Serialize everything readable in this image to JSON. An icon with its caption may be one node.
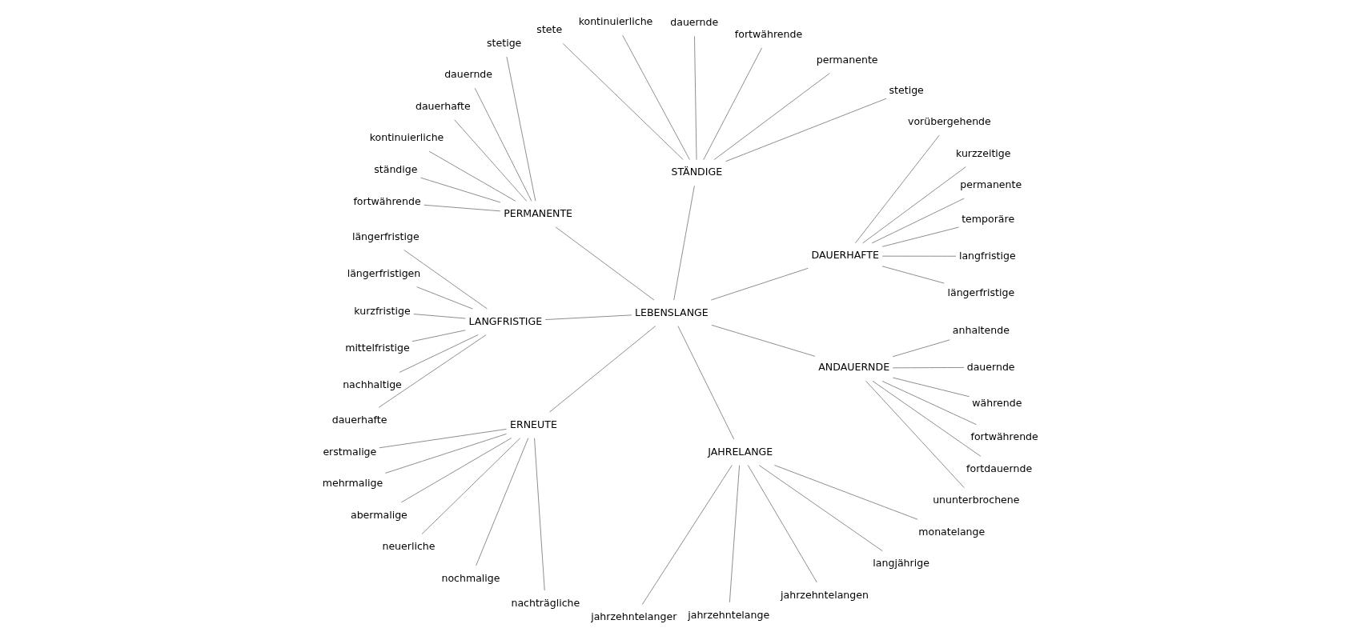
{
  "diagram": {
    "nodes": [
      {
        "text": [
          "LEBENSLANGE"
        ]
      },
      {
        "text": [
          "DAUERHAFTE"
        ]
      },
      {
        "text": [
          "längerfristige"
        ]
      },
      {
        "text": [
          "langfristige"
        ]
      },
      {
        "text": [
          "temporäre"
        ]
      },
      {
        "text": [
          "permanente"
        ]
      },
      {
        "text": [
          "kurzzeitige"
        ]
      },
      {
        "text": [
          "vorübergehende"
        ]
      },
      {
        "text": [
          "STÄNDIGE"
        ]
      },
      {
        "text": [
          "stetige"
        ]
      },
      {
        "text": [
          "permanente"
        ]
      },
      {
        "text": [
          "fortwährende"
        ]
      },
      {
        "text": [
          "dauernde"
        ]
      },
      {
        "text": [
          "kontinuierliche"
        ]
      },
      {
        "text": [
          "stete"
        ]
      },
      {
        "text": [
          "PERMANENTE"
        ]
      },
      {
        "text": [
          "stetige"
        ]
      },
      {
        "text": [
          "dauernde"
        ]
      },
      {
        "text": [
          "dauerhafte"
        ]
      },
      {
        "text": [
          "kontinuierliche"
        ]
      },
      {
        "text": [
          "ständige"
        ]
      },
      {
        "text": [
          "fortwährende"
        ]
      },
      {
        "text": [
          "LANGFRISTIGE"
        ]
      },
      {
        "text": [
          "längerfristige"
        ]
      },
      {
        "text": [
          "längerfristigen"
        ]
      },
      {
        "text": [
          "kurzfristige"
        ]
      },
      {
        "text": [
          "mittelfristige"
        ]
      },
      {
        "text": [
          "nachhaltige"
        ]
      },
      {
        "text": [
          "dauerhafte"
        ]
      },
      {
        "text": [
          "ERNEUTE"
        ]
      },
      {
        "text": [
          "erstmalige"
        ]
      },
      {
        "text": [
          "mehrmalige"
        ]
      },
      {
        "text": [
          "abermalige"
        ]
      },
      {
        "text": [
          "neuerliche"
        ]
      },
      {
        "text": [
          "nochmalige"
        ]
      },
      {
        "text": [
          "nachträgliche"
        ]
      },
      {
        "text": [
          "JAHRELANGE"
        ]
      },
      {
        "text": [
          "jahrzehntelanger"
        ]
      },
      {
        "text": [
          "jahrzehntelange"
        ]
      },
      {
        "text": [
          "jahrzehntelangen"
        ]
      },
      {
        "text": [
          "langjährige"
        ]
      },
      {
        "text": [
          "monatelange"
        ]
      },
      {
        "text": [
          "ANDAUERNDE"
        ]
      },
      {
        "text": [
          "ununterbrochene"
        ]
      },
      {
        "text": [
          "fortdauernde"
        ]
      },
      {
        "text": [
          "fortwährende"
        ]
      },
      {
        "text": [
          "währende"
        ]
      },
      {
        "text": [
          "dauernde"
        ]
      },
      {
        "text": [
          "anhaltende"
        ]
      }
    ],
    "edges": [
      {
        "from": 0,
        "to": 1,
        "arrow": "none"
      },
      {
        "from": 1,
        "to": 2,
        "arrow": "none"
      },
      {
        "from": 1,
        "to": 3,
        "arrow": "none"
      },
      {
        "from": 1,
        "to": 4,
        "arrow": "none"
      },
      {
        "from": 1,
        "to": 5,
        "arrow": "none"
      },
      {
        "from": 1,
        "to": 6,
        "arrow": "none"
      },
      {
        "from": 1,
        "to": 7,
        "arrow": "none"
      },
      {
        "from": 0,
        "to": 8,
        "arrow": "none"
      },
      {
        "from": 8,
        "to": 9,
        "arrow": "none"
      },
      {
        "from": 8,
        "to": 10,
        "arrow": "none"
      },
      {
        "from": 8,
        "to": 11,
        "arrow": "none"
      },
      {
        "from": 8,
        "to": 12,
        "arrow": "none"
      },
      {
        "from": 8,
        "to": 13,
        "arrow": "none"
      },
      {
        "from": 8,
        "to": 14,
        "arrow": "none"
      },
      {
        "from": 0,
        "to": 15,
        "arrow": "none"
      },
      {
        "from": 15,
        "to": 16,
        "arrow": "none"
      },
      {
        "from": 15,
        "to": 17,
        "arrow": "none"
      },
      {
        "from": 15,
        "to": 18,
        "arrow": "none"
      },
      {
        "from": 15,
        "to": 19,
        "arrow": "none"
      },
      {
        "from": 15,
        "to": 20,
        "arrow": "none"
      },
      {
        "from": 15,
        "to": 21,
        "arrow": "none"
      },
      {
        "from": 0,
        "to": 22,
        "arrow": "none"
      },
      {
        "from": 22,
        "to": 23,
        "arrow": "none"
      },
      {
        "from": 22,
        "to": 24,
        "arrow": "none"
      },
      {
        "from": 22,
        "to": 25,
        "arrow": "none"
      },
      {
        "from": 22,
        "to": 26,
        "arrow": "none"
      },
      {
        "from": 22,
        "to": 27,
        "arrow": "none"
      },
      {
        "from": 22,
        "to": 28,
        "arrow": "none"
      },
      {
        "from": 0,
        "to": 29,
        "arrow": "none"
      },
      {
        "from": 29,
        "to": 30,
        "arrow": "none"
      },
      {
        "from": 29,
        "to": 31,
        "arrow": "none"
      },
      {
        "from": 29,
        "to": 32,
        "arrow": "none"
      },
      {
        "from": 29,
        "to": 33,
        "arrow": "none"
      },
      {
        "from": 29,
        "to": 34,
        "arrow": "none"
      },
      {
        "from": 29,
        "to": 35,
        "arrow": "none"
      },
      {
        "from": 0,
        "to": 36,
        "arrow": "none"
      },
      {
        "from": 36,
        "to": 37,
        "arrow": "none"
      },
      {
        "from": 36,
        "to": 38,
        "arrow": "none"
      },
      {
        "from": 36,
        "to": 39,
        "arrow": "none"
      },
      {
        "from": 36,
        "to": 40,
        "arrow": "none"
      },
      {
        "from": 36,
        "to": 41,
        "arrow": "none"
      },
      {
        "from": 0,
        "to": 42,
        "arrow": "none"
      },
      {
        "from": 42,
        "to": 43,
        "arrow": "none"
      },
      {
        "from": 42,
        "to": 44,
        "arrow": "none"
      },
      {
        "from": 42,
        "to": 45,
        "arrow": "none"
      },
      {
        "from": 42,
        "to": 46,
        "arrow": "none"
      },
      {
        "from": 42,
        "to": 47,
        "arrow": "none"
      },
      {
        "from": 42,
        "to": 48,
        "arrow": "none"
      }
    ]
  }
}
